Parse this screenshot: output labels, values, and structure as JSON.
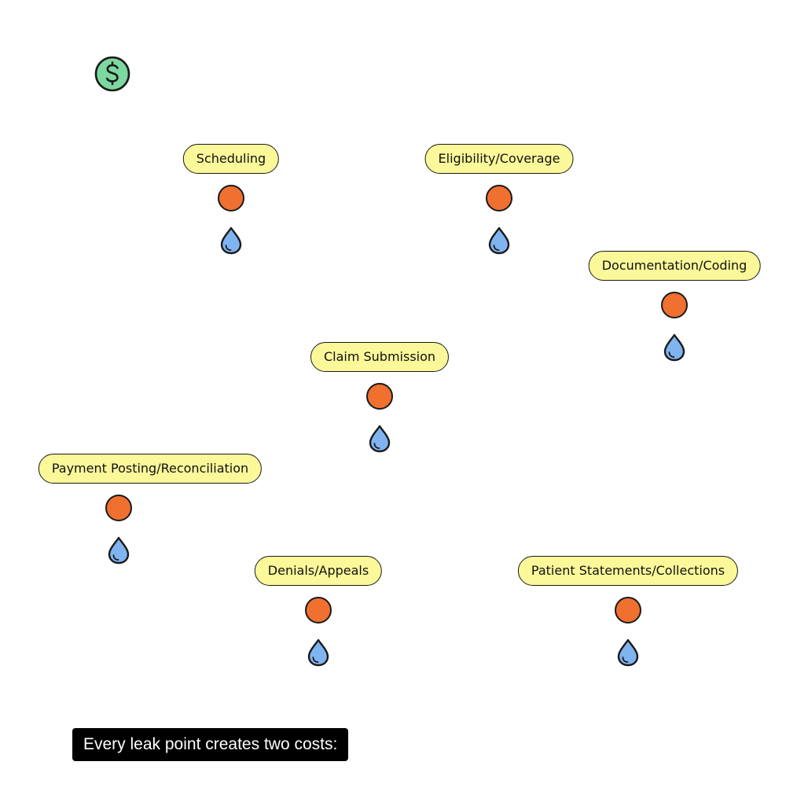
{
  "icons": {
    "coin": "dollar-coin-icon",
    "risk": "orange-dot-icon",
    "leak": "water-drop-icon"
  },
  "colors": {
    "coin": "#7dd8a0",
    "pill": "#fbf89a",
    "dot": "#f07030",
    "drop": "#7fb4f0",
    "outline": "#1a1a1a",
    "caption_bg": "#000000",
    "caption_text": "#ffffff"
  },
  "stages": [
    {
      "label": "Scheduling"
    },
    {
      "label": "Eligibility/Coverage"
    },
    {
      "label": "Documentation/Coding"
    },
    {
      "label": "Claim Submission"
    },
    {
      "label": "Payment Posting/Reconciliation"
    },
    {
      "label": "Denials/Appeals"
    },
    {
      "label": "Patient Statements/Collections"
    }
  ],
  "caption": "Every leak point creates two costs:"
}
